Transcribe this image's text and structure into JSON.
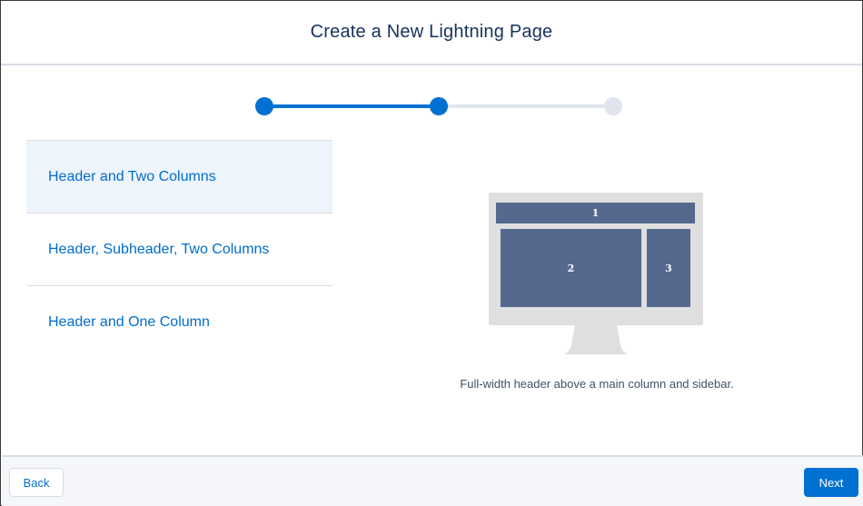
{
  "modal": {
    "title": "Create a New Lightning Page"
  },
  "progress": {
    "total_steps": 3,
    "current_step": 2,
    "colors": {
      "complete": "#0070d2",
      "incomplete": "#dfe4ee"
    }
  },
  "layouts": [
    {
      "label": "Header and Two Columns",
      "selected": true
    },
    {
      "label": "Header, Subheader, Two Columns",
      "selected": false
    },
    {
      "label": "Header and One Column",
      "selected": false
    }
  ],
  "preview": {
    "regions": [
      "1",
      "2",
      "3"
    ],
    "description": "Full-width header above a main column and sidebar."
  },
  "footer": {
    "back_label": "Back",
    "next_label": "Next"
  },
  "colors": {
    "brand": "#0070d2",
    "link": "#006dcc",
    "selected_bg": "#eef4fc",
    "region": "#54698d"
  }
}
